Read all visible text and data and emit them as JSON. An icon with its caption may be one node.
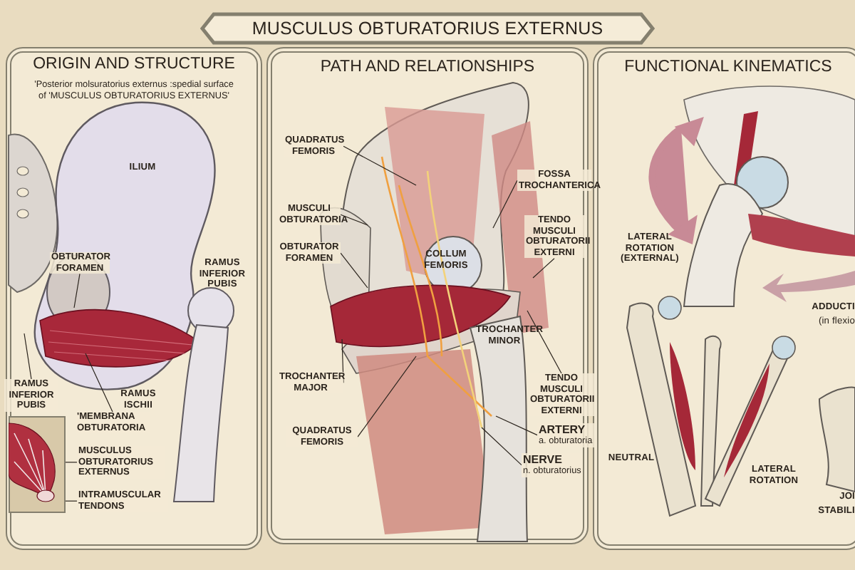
{
  "diagram": {
    "title": "MUSCULUS OBTURATORIUS EXTERNUS",
    "nodes": [
      {
        "text": [
          "ORIGIN AND STRUCTURE",
          "'Posterior molsuratorius externus :spedial surface of 'MUSCULUS OBTURATORIUS EXTERNUS'"
        ]
      },
      {
        "text": [
          "PATH AND RELATIONSHIPS"
        ]
      },
      {
        "text": [
          "FUNCTIONAL KINEMATICS"
        ]
      },
      {
        "text": [],
        "shape": "picture",
        "in": 0
      },
      {
        "text": [
          "OBTURATOR FORAMEN"
        ],
        "in": 0
      },
      {
        "text": [
          "RAMUS INFERIOR PUBIS"
        ],
        "in": 0
      },
      {
        "text": [
          "'MEMBRANA OBTURATORIA"
        ],
        "in": 0
      },
      {
        "text": [
          "MUSCULUS OBTURATORIUS EXTERNUS"
        ],
        "in": 0
      },
      {
        "text": [
          "INTRAMUSCULAR TENDONS"
        ],
        "in": 0
      },
      {
        "text": [
          "QUADRATUS FEMORIS"
        ],
        "in": 1
      },
      {
        "text": [
          "MUSCULI OBTURATORIA"
        ],
        "in": 1
      },
      {
        "text": [
          "OBTURATOR FORAMEN"
        ],
        "in": 1
      },
      {
        "text": [
          "FOSSA TROCHANTERICA"
        ],
        "in": 1
      },
      {
        "text": [
          "TENDO MUSCULI OBTURATORII EXTERNI"
        ],
        "in": 1
      },
      {
        "text": [
          "TROCHANTER MAJOR"
        ],
        "in": 1
      },
      {
        "text": [
          "TENDO MUSCULI OBTURATORII EXTERNI"
        ],
        "in": 1
      },
      {
        "text": [
          "QUADRATUS FEMORIS"
        ],
        "in": 1
      },
      {
        "text": [
          "ARTERY",
          "a. obturatoria"
        ],
        "in": 1
      },
      {
        "text": [
          "NERVE",
          "n. obturatorius"
        ],
        "in": 1
      }
    ],
    "edges": [
      {
        "from": 4,
        "to": null,
        "arrow": "none"
      },
      {
        "from": 5,
        "to": null,
        "arrow": "none"
      },
      {
        "from": 6,
        "to": null,
        "arrow": "none"
      },
      {
        "from": 7,
        "to": 3,
        "arrow": "none"
      },
      {
        "from": 8,
        "to": 3,
        "arrow": "none"
      },
      {
        "from": 9,
        "to": null,
        "arrow": "none"
      },
      {
        "from": 10,
        "to": null,
        "arrow": "none"
      },
      {
        "from": 11,
        "to": null,
        "arrow": "none"
      },
      {
        "from": 12,
        "to": null,
        "arrow": "none"
      },
      {
        "from": 13,
        "to": null,
        "arrow": "none"
      },
      {
        "from": 14,
        "to": null,
        "arrow": "none"
      },
      {
        "from": 15,
        "to": null,
        "arrow": "none"
      },
      {
        "from": 16,
        "to": null,
        "arrow": "none"
      },
      {
        "from": 17,
        "to": null,
        "arrow": "none"
      },
      {
        "from": 18,
        "to": null,
        "arrow": "none"
      }
    ],
    "labels": [
      "ILIUM",
      "RAMUS INFERIOR PUBIS",
      "RAMUS ISCHII",
      "COLLUM FEMORIS",
      "TROCHANTER MINOR",
      "LATERAL ROTATION (EXTERNAL)",
      "ADDUCTI",
      "(in flexio",
      "NEUTRAL",
      "LATERAL ROTATION",
      "JOI",
      "STABILI"
    ]
  }
}
